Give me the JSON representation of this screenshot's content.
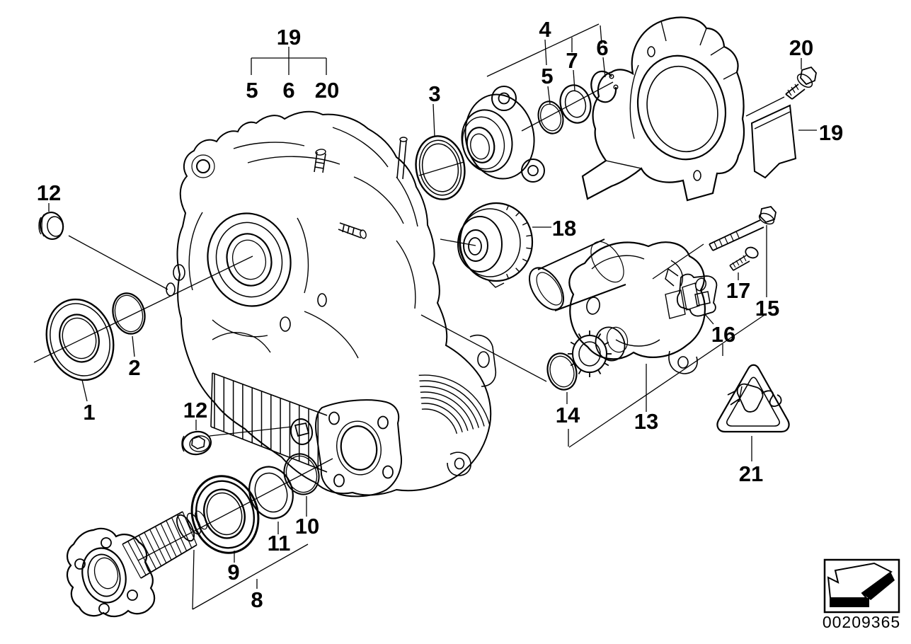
{
  "diagram": {
    "title": "transfer-case-exploded-parts-diagram",
    "background_color": "#ffffff",
    "line_color": "#000000",
    "callouts": {
      "c19_group": "19",
      "c5_group": "5",
      "c6_group": "6",
      "c20_group": "20",
      "c3": "3",
      "c4": "4",
      "c5": "5",
      "c7": "7",
      "c6": "6",
      "c20": "20",
      "c19": "19",
      "c12_top": "12",
      "c2": "2",
      "c1": "1",
      "c18": "18",
      "c17": "17",
      "c15": "15",
      "c16": "16",
      "c13": "13",
      "c14": "14",
      "c21": "21",
      "c12_bottom": "12",
      "c9": "9",
      "c11": "11",
      "c10": "10",
      "c8": "8"
    },
    "icons": {
      "warning": "electrical-connector-warning-triangle",
      "footer_arrow": "direction-arrow-down-left"
    },
    "footer": {
      "id_number": "00209365"
    }
  }
}
